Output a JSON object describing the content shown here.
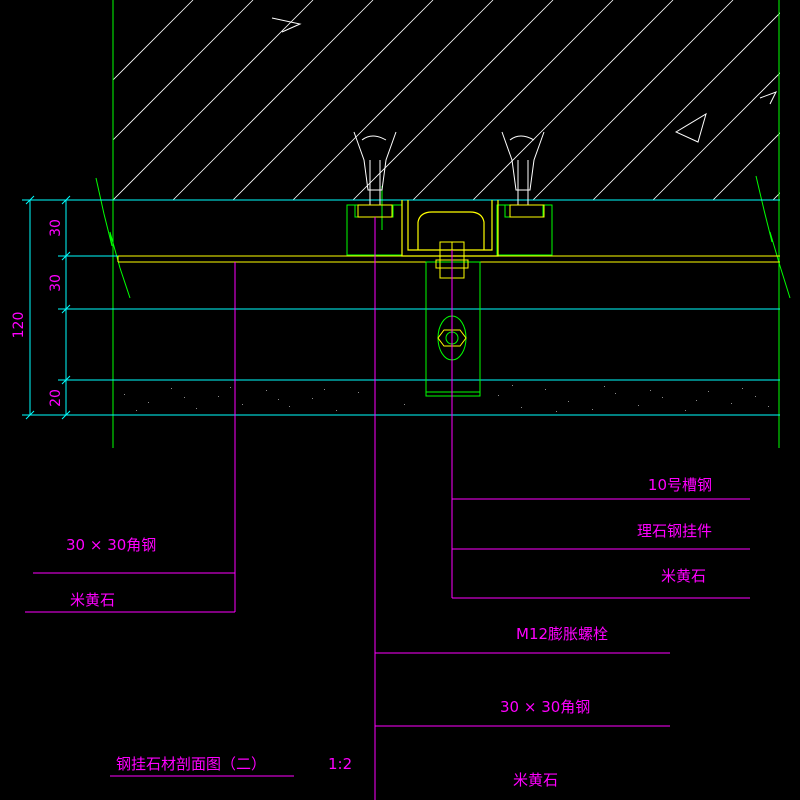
{
  "dimensions": {
    "total": "120",
    "d1": "30",
    "d2": "30",
    "d3": "20"
  },
  "labels": {
    "channel_steel": "10号槽钢",
    "marble_hanger": "理石钢挂件",
    "travertine_right": "米黄石",
    "angle_left": "30 × 30角钢",
    "travertine_left": "米黄石",
    "bolt": "M12膨胀螺栓",
    "angle_bottom": "30 × 30角钢",
    "travertine_bottom": "米黄石"
  },
  "title": {
    "text": "钢挂石材剖面图（二）",
    "scale": "1:2"
  },
  "colors": {
    "background": "#000000",
    "concrete_hatch": "#ffffff",
    "cyan": "#00ffff",
    "green": "#00ff00",
    "magenta": "#ff00ff",
    "yellow": "#ffff00"
  }
}
